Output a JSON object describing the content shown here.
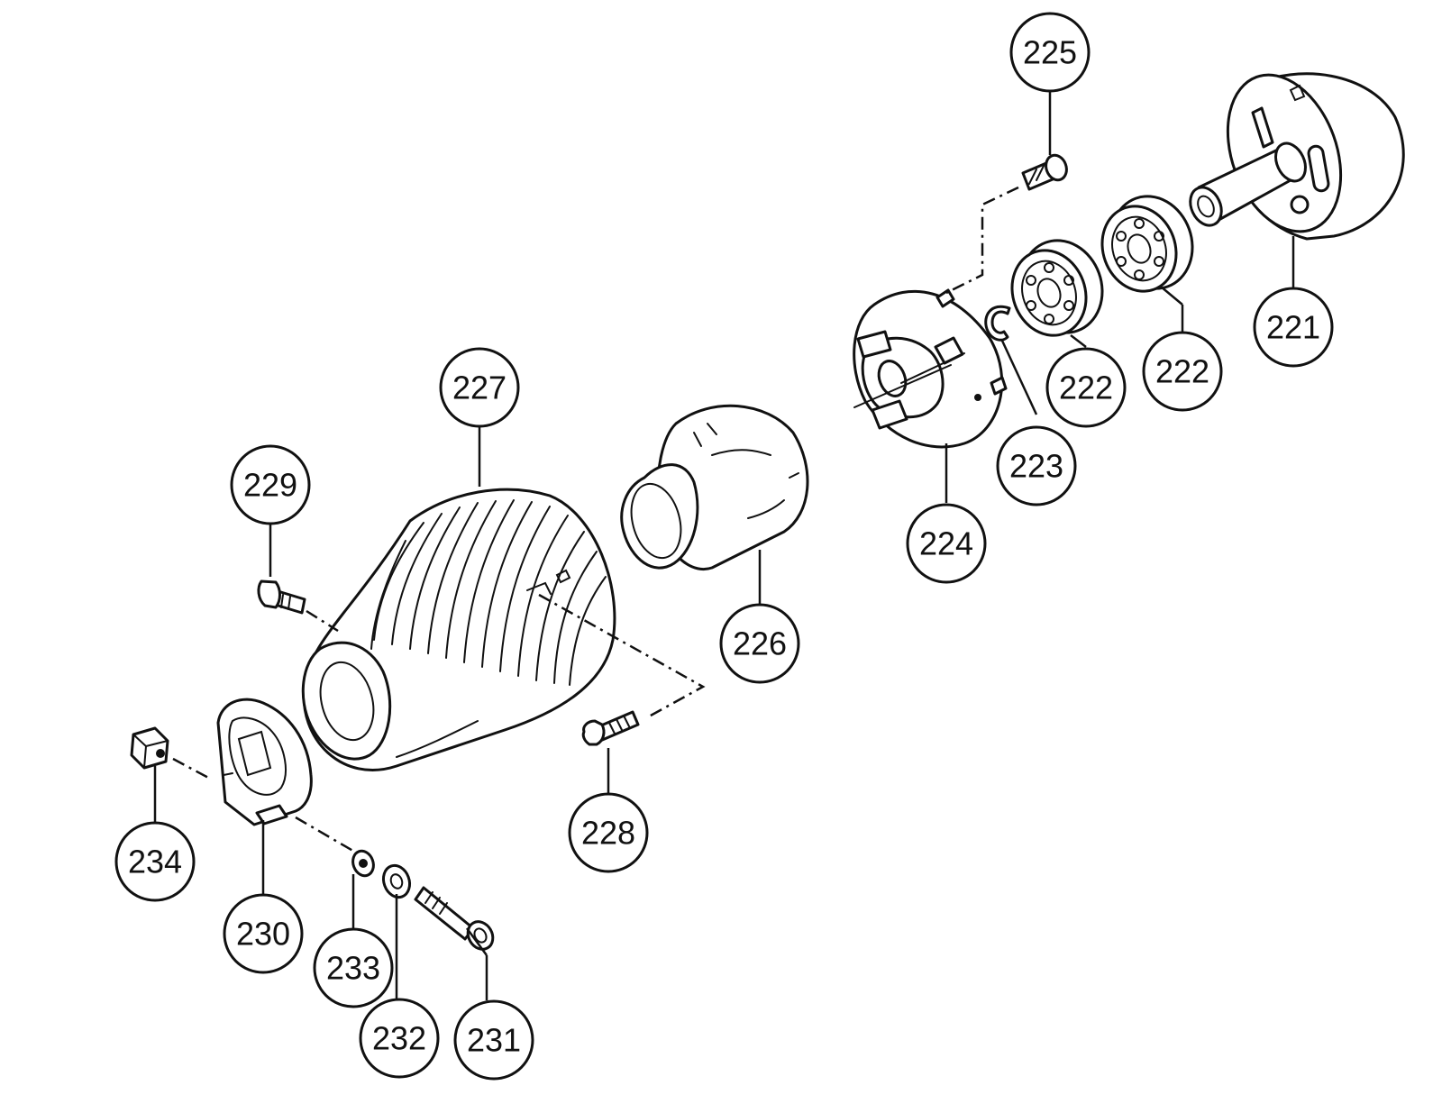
{
  "callouts": {
    "c221": "221",
    "c222a": "222",
    "c222b": "222",
    "c223": "223",
    "c224": "224",
    "c225": "225",
    "c226": "226",
    "c227": "227",
    "c228": "228",
    "c229": "229",
    "c230": "230",
    "c231": "231",
    "c232": "232",
    "c233": "233",
    "c234": "234"
  },
  "colors": {
    "ink": "#111111",
    "paper": "#ffffff"
  }
}
